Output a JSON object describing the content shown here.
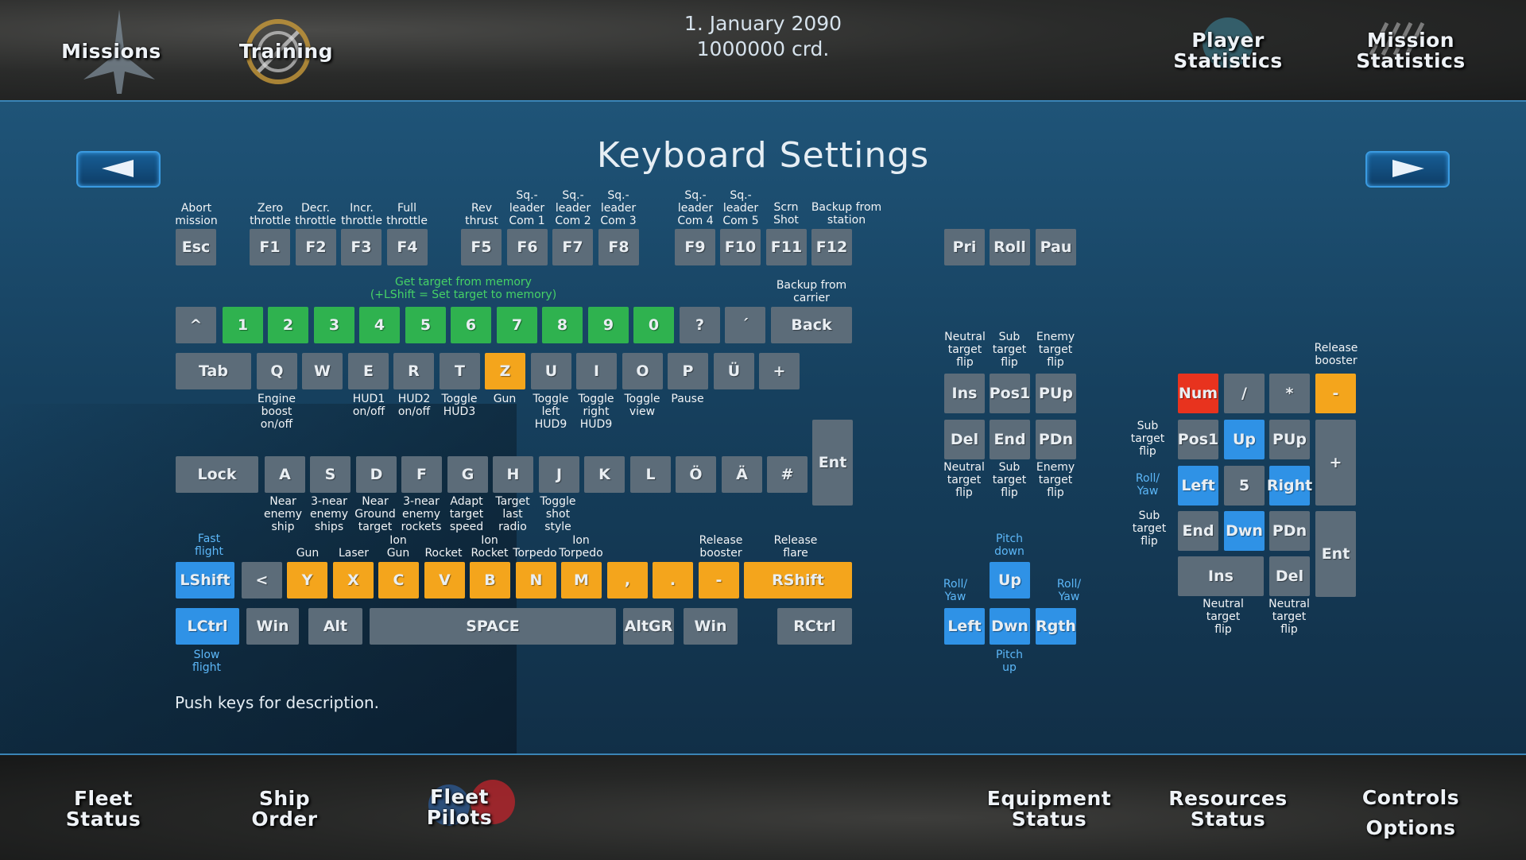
{
  "top_nav": {
    "missions": "Missions",
    "training": "Training",
    "player_statistics": "Player\nStatistics",
    "mission_statistics": "Mission\nStatistics"
  },
  "header": {
    "date": "1. January 2090",
    "credits": "1000000 crd."
  },
  "page_title": "Keyboard Settings",
  "status_text": "Push keys for description.",
  "bottom_nav": {
    "fleet_status": "Fleet\nStatus",
    "ship_order": "Ship\nOrder",
    "fleet_pilots": "Fleet\nPilots",
    "equipment_status": "Equipment\nStatus",
    "resources_status": "Resources\nStatus",
    "controls_options": "Controls\nOptions"
  },
  "keys": {
    "esc": "Esc",
    "f1": "F1",
    "f2": "F2",
    "f3": "F3",
    "f4": "F4",
    "f5": "F5",
    "f6": "F6",
    "f7": "F7",
    "f8": "F8",
    "f9": "F9",
    "f10": "F10",
    "f11": "F11",
    "f12": "F12",
    "pri": "Pri",
    "roll": "Roll",
    "pau": "Pau",
    "caret": "^",
    "n1": "1",
    "n2": "2",
    "n3": "3",
    "n4": "4",
    "n5": "5",
    "n6": "6",
    "n7": "7",
    "n8": "8",
    "n9": "9",
    "n0": "0",
    "q_mark": "?",
    "acute": "´",
    "back": "Back",
    "tab": "Tab",
    "q": "Q",
    "w": "W",
    "e": "E",
    "r": "R",
    "t": "T",
    "z": "Z",
    "u": "U",
    "i": "I",
    "o": "O",
    "p": "P",
    "ue": "Ü",
    "plus": "+",
    "lock": "Lock",
    "a": "A",
    "s": "S",
    "d": "D",
    "f": "F",
    "g": "G",
    "h": "H",
    "j": "J",
    "k": "K",
    "l": "L",
    "oe": "Ö",
    "ae": "Ä",
    "hash": "#",
    "ent": "Ent",
    "lshift": "LShift",
    "lt": "<",
    "y": "Y",
    "x": "X",
    "c": "C",
    "v": "V",
    "b": "B",
    "n": "N",
    "m": "M",
    "comma": ",",
    "dot": ".",
    "minus": "-",
    "rshift": "RShift",
    "lctrl": "LCtrl",
    "win": "Win",
    "alt": "Alt",
    "space": "SPACE",
    "altgr": "AltGR",
    "win2": "Win",
    "rctrl": "RCtrl",
    "ins": "Ins",
    "pos1": "Pos1",
    "pup": "PUp",
    "del": "Del",
    "end": "End",
    "pdn": "PDn",
    "up": "Up",
    "left": "Left",
    "dwn": "Dwn",
    "rgth": "Rgth",
    "num": "Num",
    "slash": "/",
    "star": "*",
    "np_minus": "-",
    "np_pos1": "Pos1",
    "np_up": "Up",
    "np_pup": "PUp",
    "np_plus": "+",
    "np_left": "Left",
    "np_5": "5",
    "np_right": "Right",
    "np_end": "End",
    "np_dwn": "Dwn",
    "np_pdn": "PDn",
    "np_ent": "Ent",
    "np_ins": "Ins",
    "np_del": "Del"
  },
  "labels": {
    "abort_mission": "Abort\nmission",
    "zero_throttle": "Zero\nthrottle",
    "decr_throttle": "Decr.\nthrottle",
    "incr_throttle": "Incr.\nthrottle",
    "full_throttle": "Full\nthrottle",
    "rev_thrust": "Rev\nthrust",
    "sq_com1": "Sq.-\nleader\nCom 1",
    "sq_com2": "Sq.-\nleader\nCom 2",
    "sq_com3": "Sq.-\nleader\nCom 3",
    "sq_com4": "Sq.-\nleader\nCom 4",
    "sq_com5": "Sq.-\nleader\nCom 5",
    "scrn_shot": "Scrn\nShot",
    "backup_station": "Backup from\nstation",
    "get_target": "Get target from memory\n(+LShift = Set target to memory)",
    "backup_carrier": "Backup from\ncarrier",
    "engine_boost": "Engine\nboost\non/off",
    "hud1": "HUD1\non/off",
    "hud2": "HUD2\non/off",
    "toggle_hud3": "Toggle\nHUD3",
    "gun_z": "Gun",
    "toggle_left_hud9": "Toggle\nleft\nHUD9",
    "toggle_right_hud9": "Toggle\nright\nHUD9",
    "toggle_view": "Toggle\nview",
    "pause": "Pause",
    "near_enemy": "Near\nenemy\nship",
    "three_near_enemy": "3-near\nenemy\nships",
    "near_ground": "Near\nGround\ntarget",
    "three_near_rockets": "3-near\nenemy\nrockets",
    "adapt_speed": "Adapt\ntarget\nspeed",
    "target_radio": "Target\nlast\nradio",
    "toggle_shot": "Toggle\nshot\nstyle",
    "fast_flight": "Fast\nflight",
    "gun_y": "Gun",
    "laser": "Laser",
    "ion_gun": "Ion\nGun",
    "rocket": "Rocket",
    "ion_rocket": "Ion\nRocket",
    "torpedo": "Torpedo",
    "ion_torpedo": "Ion\nTorpedo",
    "release_booster": "Release\nbooster",
    "release_flare": "Release\nflare",
    "slow_flight": "Slow\nflight",
    "neutral_flip_top": "Neutral\ntarget\nflip",
    "sub_flip_top": "Sub\ntarget\nflip",
    "enemy_flip_top": "Enemy\ntarget\nflip",
    "neutral_flip_bot": "Neutral\ntarget\nflip",
    "sub_flip_bot": "Sub\ntarget\nflip",
    "enemy_flip_bot": "Enemy\ntarget\nflip",
    "pitch_down": "Pitch\ndown",
    "pitch_up": "Pitch\nup",
    "roll_yaw_l": "Roll/\nYaw",
    "roll_yaw_r": "Roll/\nYaw",
    "np_release_booster": "Release\nbooster",
    "np_sub_flip1": "Sub\ntarget\nflip",
    "np_roll_yaw": "Roll/\nYaw",
    "np_sub_flip2": "Sub\ntarget\nflip",
    "np_neutral_ins": "Neutral\ntarget\nflip",
    "np_neutral_del": "Neutral\ntarget\nflip"
  },
  "colors": {
    "key_gray": "#5c6c79",
    "key_green": "#2fb24f",
    "key_orange": "#f4a51c",
    "key_blue": "#2f92e6",
    "key_red": "#e8331e",
    "accent_line": "#3a84b6"
  }
}
